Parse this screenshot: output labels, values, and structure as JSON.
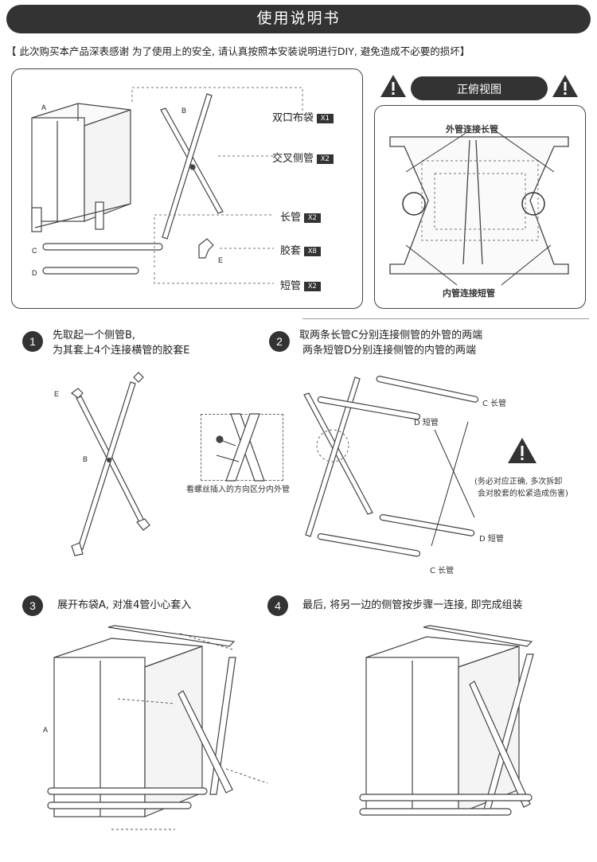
{
  "header": {
    "title": "使用说明书",
    "notice": "【 此次购买本产品深表感谢      为了使用上的安全, 请认真按照本安装说明进行DIY, 避免造成不必要的损坏】"
  },
  "parts": {
    "items": [
      {
        "name": "双口布袋",
        "qty": "X1"
      },
      {
        "name": "交叉侧管",
        "qty": "X2"
      },
      {
        "name": "长管",
        "qty": "X2"
      },
      {
        "name": "胶套",
        "qty": "X8"
      },
      {
        "name": "短管",
        "qty": "X2"
      }
    ],
    "letters": {
      "a": "A",
      "b": "B",
      "c": "C",
      "d": "D",
      "e": "E"
    }
  },
  "top_view": {
    "title": "正俯视图",
    "outer_label": "外管连接长管",
    "inner_label": "内管连接短管"
  },
  "steps": [
    {
      "num": "1",
      "lines": [
        "先取起一个侧管B,",
        "为其套上4个连接横管的胶套E"
      ]
    },
    {
      "num": "2",
      "lines": [
        "取两条长管C分别连接侧管的外管的两端",
        "两条短管D分别连接侧管的内管的两端"
      ]
    },
    {
      "num": "3",
      "lines": [
        "展开布袋A, 对准4管小心套入"
      ]
    },
    {
      "num": "4",
      "lines": [
        "最后, 将另一边的侧管按步骤一连接, 即完成组装"
      ]
    }
  ],
  "step2_labels": {
    "screw_note": "看螺丝插入的方向区分内外管",
    "long_tube": "长管",
    "short_tube": "短管",
    "warning_line1": "(务必对应正确, 多次拆卸",
    "warning_line2": "会对胶套的松紧造成伤害)"
  },
  "colors": {
    "dark": "#333333",
    "line": "#444444",
    "light": "#f2f2f2"
  }
}
